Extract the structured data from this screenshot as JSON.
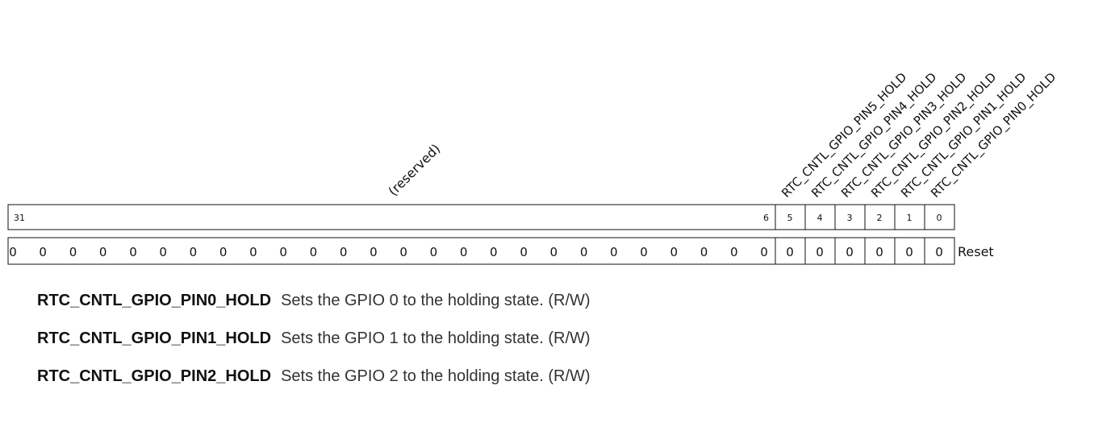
{
  "register": {
    "reserved_label": "(reserved)",
    "field_labels": [
      "RTC_CNTL_GPIO_PIN5_HOLD",
      "RTC_CNTL_GPIO_PIN4_HOLD",
      "RTC_CNTL_GPIO_PIN3_HOLD",
      "RTC_CNTL_GPIO_PIN2_HOLD",
      "RTC_CNTL_GPIO_PIN1_HOLD",
      "RTC_CNTL_GPIO_PIN0_HOLD"
    ],
    "bit_numbers": {
      "reserved_high": "31",
      "reserved_low": "6",
      "fields": [
        "5",
        "4",
        "3",
        "2",
        "1",
        "0"
      ]
    },
    "reserved_reset_values": [
      "0",
      "0",
      "0",
      "0",
      "0",
      "0",
      "0",
      "0",
      "0",
      "0",
      "0",
      "0",
      "0",
      "0",
      "0",
      "0",
      "0",
      "0",
      "0",
      "0",
      "0",
      "0",
      "0",
      "0",
      "0",
      "0"
    ],
    "field_reset_values": [
      "0",
      "0",
      "0",
      "0",
      "0",
      "0"
    ],
    "reset_label": "Reset"
  },
  "field_descriptions": [
    {
      "name": "RTC_CNTL_GPIO_PIN0_HOLD",
      "description": "Sets the GPIO 0 to the holding state. (R/W)"
    },
    {
      "name": "RTC_CNTL_GPIO_PIN1_HOLD",
      "description": "Sets the GPIO 1 to the holding state. (R/W)"
    },
    {
      "name": "RTC_CNTL_GPIO_PIN2_HOLD",
      "description": "Sets the GPIO 2 to the holding state. (R/W)"
    }
  ]
}
